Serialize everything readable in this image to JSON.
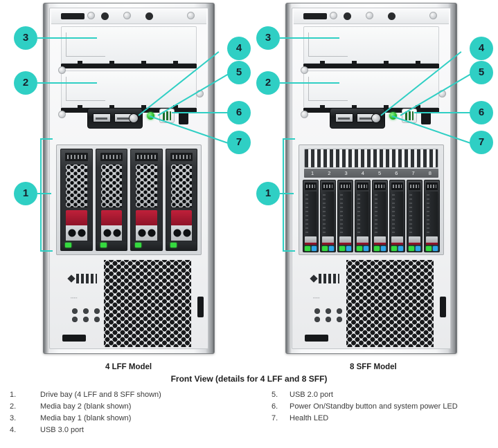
{
  "figure": {
    "title": "Front View (details for 4 LFF and 8 SFF)",
    "models": [
      {
        "id": "lff",
        "caption": "4 LFF Model",
        "drive_bay_count": 4
      },
      {
        "id": "sff",
        "caption": "8 SFF Model",
        "drive_bay_count": 8
      }
    ],
    "sff_bay_numbers": [
      "1",
      "2",
      "3",
      "4",
      "5",
      "6",
      "7",
      "8"
    ],
    "callouts": [
      "1",
      "2",
      "3",
      "4",
      "5",
      "6",
      "7"
    ]
  },
  "legend": {
    "column_left": [
      {
        "num": "1.",
        "text": "Drive bay (4 LFF and 8 SFF shown)"
      },
      {
        "num": "2.",
        "text": "Media bay 2 (blank shown)"
      },
      {
        "num": "3.",
        "text": "Media bay 1 (blank shown)"
      },
      {
        "num": "4.",
        "text": "USB 3.0 port"
      }
    ],
    "column_right": [
      {
        "num": "5.",
        "text": "USB 2.0 port"
      },
      {
        "num": "6.",
        "text": "Power On/Standby button and system power LED"
      },
      {
        "num": "7.",
        "text": "Health LED"
      }
    ]
  },
  "colors": {
    "callout_teal": "#2fcfc4",
    "callout_number": "#16202a",
    "drive_latch_red": "#8e1328",
    "status_led_green": "#35d93f",
    "status_led_blue": "#2ea6e8",
    "text": "#3a3a3a",
    "background": "#ffffff"
  }
}
